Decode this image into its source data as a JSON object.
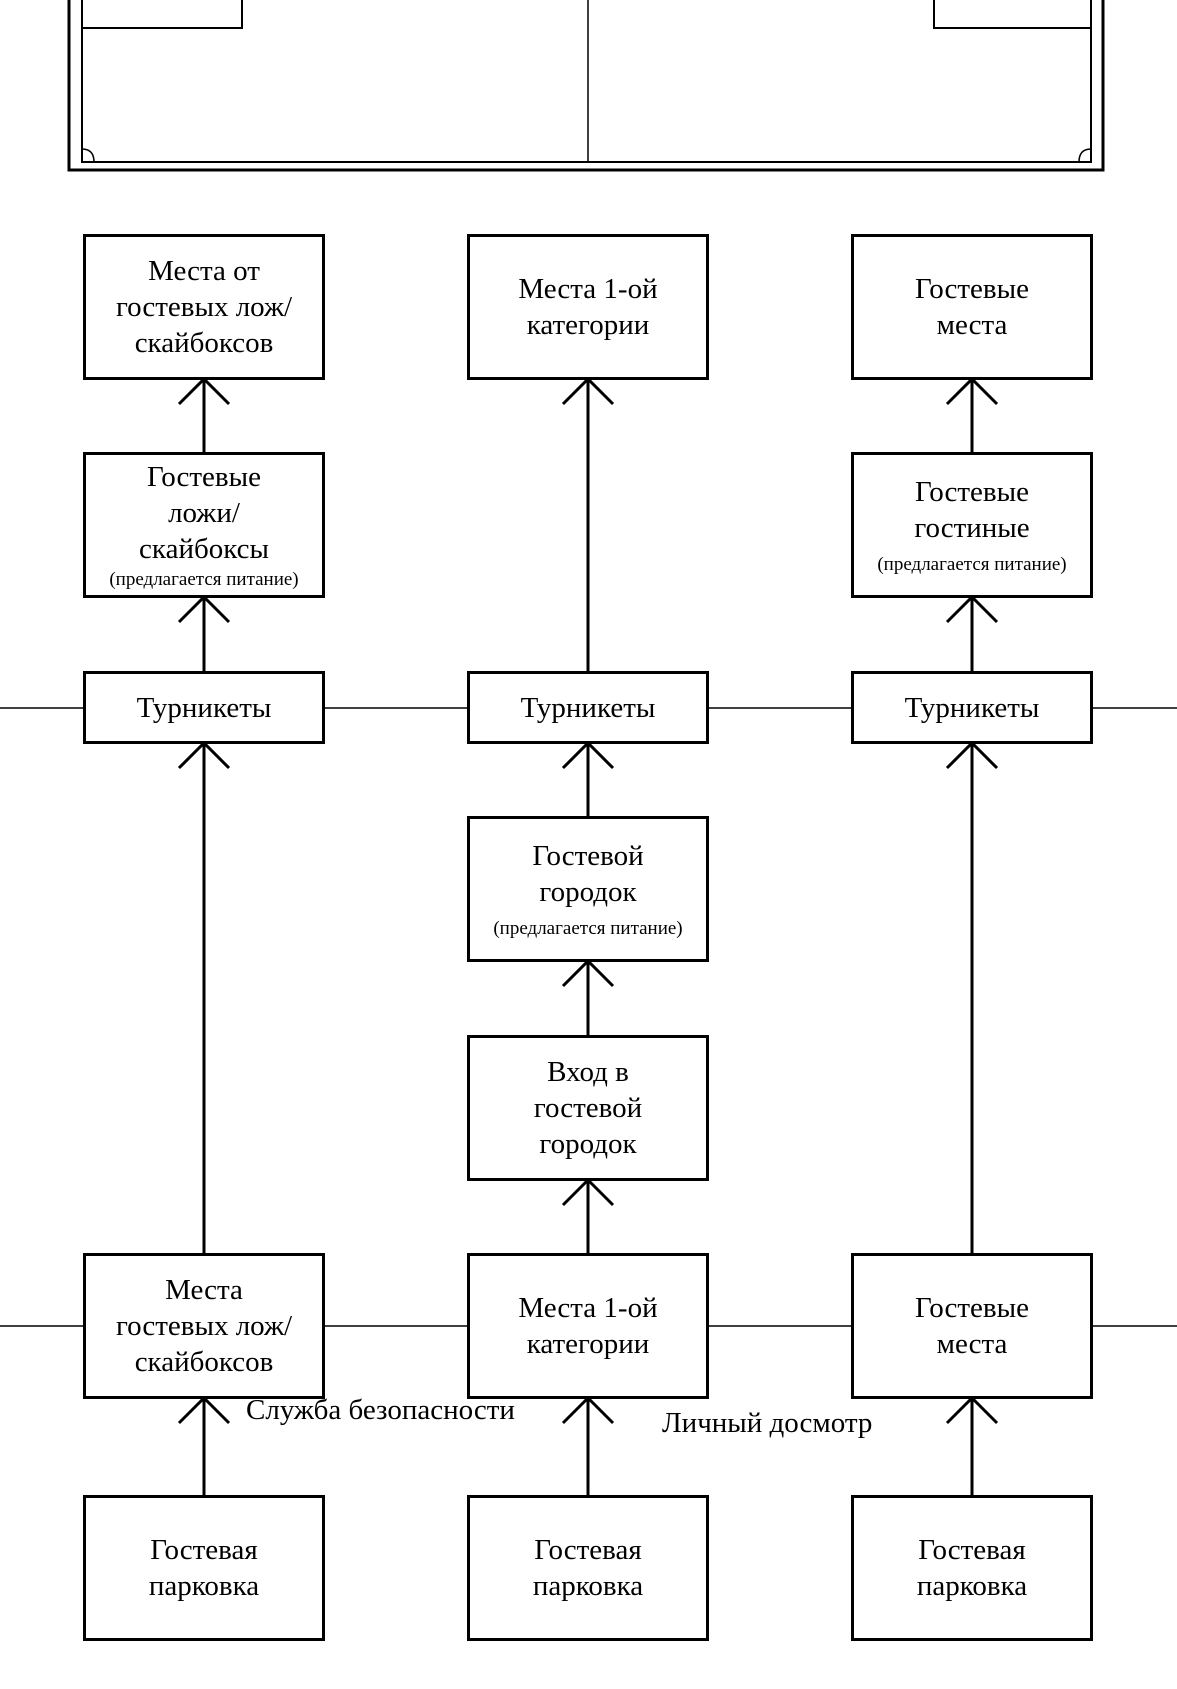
{
  "diagram": {
    "top_row": {
      "left": {
        "text": "Места от\nгостевых лож/\nскайбоксов"
      },
      "center": {
        "text": "Места 1-ой\nкатегории"
      },
      "right": {
        "text": "Гостевые\nместа"
      }
    },
    "second_row": {
      "left": {
        "text": "Гостевые\nложи/\nскайбоксы",
        "note": "(предлагается питание)"
      },
      "right": {
        "text": "Гостевые\nгостиные",
        "note": "(предлагается питание)"
      }
    },
    "turnstiles": {
      "left": {
        "text": "Турникеты"
      },
      "center": {
        "text": "Турникеты"
      },
      "right": {
        "text": "Турникеты"
      }
    },
    "guest_village": {
      "text": "Гостевой\nгородок",
      "note": "(предлагается питание)"
    },
    "village_entry": {
      "text": "Вход в\nгостевой\nгородок"
    },
    "ground_row": {
      "left": {
        "text": "Места\nгостевых лож/\nскайбоксов"
      },
      "center": {
        "text": "Места 1-ой\nкатегории"
      },
      "right": {
        "text": "Гостевые\nместа"
      }
    },
    "labels": {
      "security": "Служба безопасности",
      "personal_check": "Личный досмотр"
    },
    "parking": {
      "left": {
        "text": "Гостевая\nпарковка"
      },
      "center": {
        "text": "Гостевая\nпарковка"
      },
      "right": {
        "text": "Гостевая\nпарковка"
      }
    }
  }
}
